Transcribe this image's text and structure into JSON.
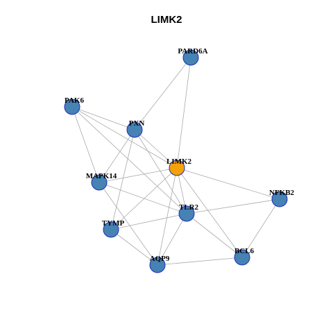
{
  "title": "LIMK2",
  "colors": {
    "center_node": "#f5a20a",
    "node": "#4682b4",
    "node_border": "#1c2fb5",
    "edge": "#a9a9a9"
  },
  "nodes": [
    {
      "id": "LIMK2",
      "label": "LIMK2",
      "center": true
    },
    {
      "id": "PARD6A",
      "label": "PARD6A"
    },
    {
      "id": "PAK6",
      "label": "PAK6"
    },
    {
      "id": "PXN",
      "label": "PXN"
    },
    {
      "id": "MAPK14",
      "label": "MAPK14"
    },
    {
      "id": "NFKB2",
      "label": "NFKB2"
    },
    {
      "id": "TLR2",
      "label": "TLR2"
    },
    {
      "id": "TYMP",
      "label": "TYMP"
    },
    {
      "id": "BCL6",
      "label": "BCL6"
    },
    {
      "id": "AQP9",
      "label": "AQP9"
    }
  ],
  "edges": [
    [
      "PARD6A",
      "LIMK2"
    ],
    [
      "PARD6A",
      "PXN"
    ],
    [
      "PAK6",
      "PXN"
    ],
    [
      "PAK6",
      "LIMK2"
    ],
    [
      "PAK6",
      "MAPK14"
    ],
    [
      "PAK6",
      "TLR2"
    ],
    [
      "PXN",
      "LIMK2"
    ],
    [
      "PXN",
      "MAPK14"
    ],
    [
      "PXN",
      "TYMP"
    ],
    [
      "PXN",
      "TLR2"
    ],
    [
      "LIMK2",
      "MAPK14"
    ],
    [
      "LIMK2",
      "NFKB2"
    ],
    [
      "LIMK2",
      "TLR2"
    ],
    [
      "LIMK2",
      "BCL6"
    ],
    [
      "LIMK2",
      "AQP9"
    ],
    [
      "LIMK2",
      "TYMP"
    ],
    [
      "MAPK14",
      "TLR2"
    ],
    [
      "MAPK14",
      "AQP9"
    ],
    [
      "TLR2",
      "NFKB2"
    ],
    [
      "TLR2",
      "TYMP"
    ],
    [
      "TLR2",
      "BCL6"
    ],
    [
      "TLR2",
      "AQP9"
    ],
    [
      "NFKB2",
      "BCL6"
    ],
    [
      "TYMP",
      "AQP9"
    ],
    [
      "AQP9",
      "BCL6"
    ]
  ]
}
